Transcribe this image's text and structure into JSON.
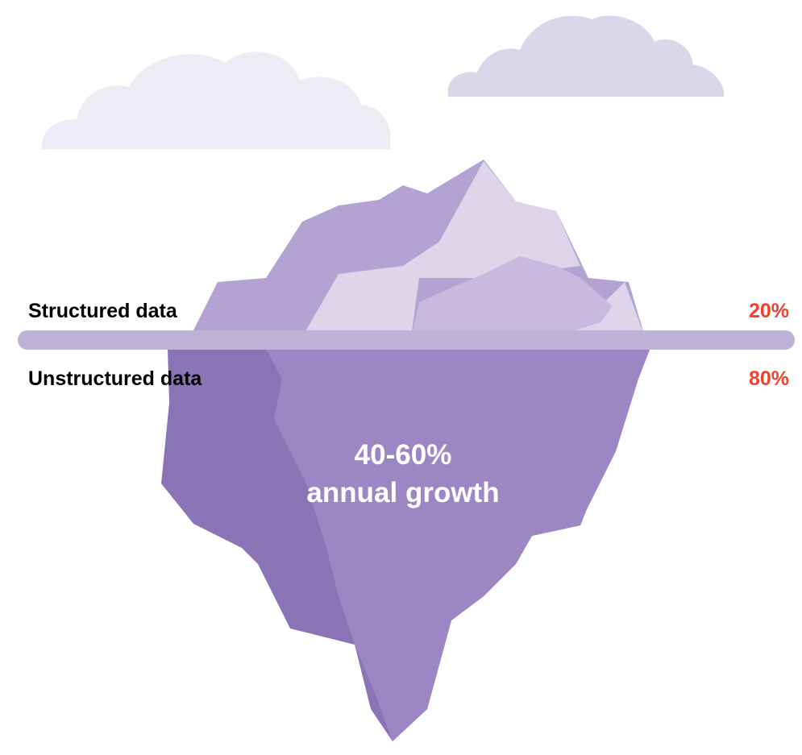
{
  "colors": {
    "cloud_left": "#ececf4",
    "cloud_right": "#dcd6ea",
    "tip_light": "#ddd6ea",
    "tip_mid": "#c7bade",
    "tip_dark": "#b3a3d2",
    "waterline": "#bfb2d8",
    "underwater_dark": "#8b74b6",
    "underwater_light": "#9c86c4",
    "percent_accent": "#f0402e"
  },
  "icons": {
    "cloud_left": "cloud-icon",
    "cloud_right": "cloud-icon",
    "iceberg": "iceberg-illustration"
  },
  "rows": {
    "structured": {
      "label": "Structured data",
      "value": "20%"
    },
    "unstructured": {
      "label": "Unstructured data",
      "value": "80%"
    }
  },
  "growth": {
    "line1": "40-60%",
    "line2": "annual growth"
  }
}
